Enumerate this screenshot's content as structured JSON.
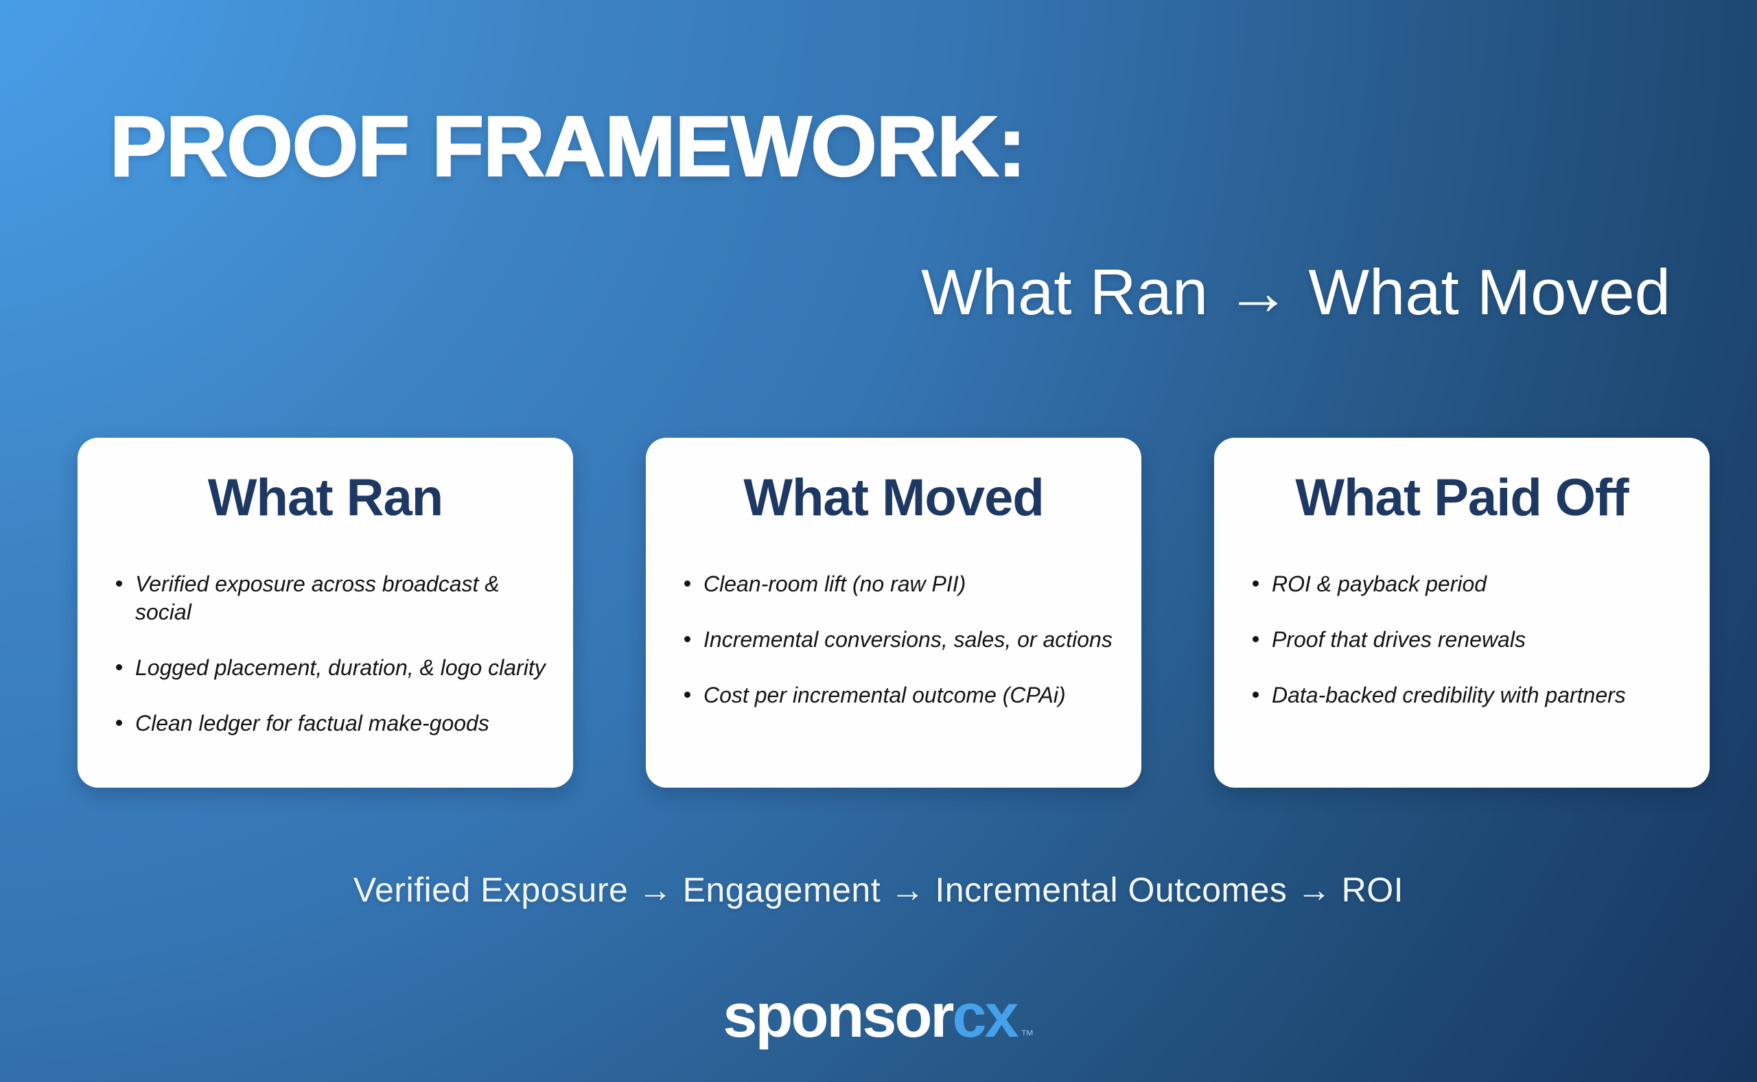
{
  "slide": {
    "title": "PROOF FRAMEWORK:",
    "subtitle": "What Ran → What Moved",
    "flow": "Verified Exposure → Engagement → Incremental Outcomes → ROI"
  },
  "cards": [
    {
      "heading": "What Ran",
      "bullets": [
        "Verified exposure across broadcast & social",
        "Logged placement, duration, & logo clarity",
        "Clean ledger for factual make-goods"
      ]
    },
    {
      "heading": "What Moved",
      "bullets": [
        "Clean-room lift (no raw PII)",
        "Incremental conversions, sales, or actions",
        "Cost per incremental outcome (CPAi)"
      ]
    },
    {
      "heading": "What Paid Off",
      "bullets": [
        "ROI & payback period",
        "Proof that drives renewals",
        "Data-backed credibility with partners"
      ]
    }
  ],
  "logo": {
    "word_white": "sponsor",
    "word_blue": "cx",
    "trademark": "™"
  },
  "colors": {
    "background_top_left": "#4aa2ee",
    "background_mid": "#3575b3",
    "background_bottom_right": "#16355f",
    "card_background": "#fefefe",
    "card_heading_navy": "#1e3864",
    "bullet_text": "#141414",
    "logo_accent_blue": "#46a1ea",
    "text_white": "#ffffff"
  }
}
